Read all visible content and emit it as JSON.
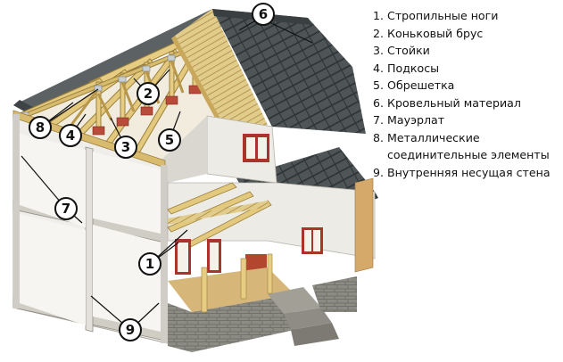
{
  "legend": [
    {
      "num": "1.",
      "text": "Стропильные ноги"
    },
    {
      "num": "2.",
      "text": "Коньковый брус"
    },
    {
      "num": "3.",
      "text": "Стойки"
    },
    {
      "num": "4.",
      "text": "Подкосы"
    },
    {
      "num": "5.",
      "text": "Обрешетка"
    },
    {
      "num": "6.",
      "text": "Кровельный материал"
    },
    {
      "num": "7.",
      "text": "Мауэрлат"
    },
    {
      "num": "8.",
      "text": "Металлические",
      "text2": "соединительные элементы"
    },
    {
      "num": "9.",
      "text": "Внутренняя несущая стена"
    }
  ],
  "callouts": [
    "1",
    "2",
    "3",
    "4",
    "5",
    "6",
    "7",
    "8",
    "9"
  ],
  "colors": {
    "roof_tile": "#4f5557",
    "timber": "#d9c07a",
    "wall": "#eeeeea",
    "brick": "#b94b3a",
    "window_frame": "#a8342b",
    "floor": "#c9a86a",
    "foundation": "#8a8a82"
  }
}
